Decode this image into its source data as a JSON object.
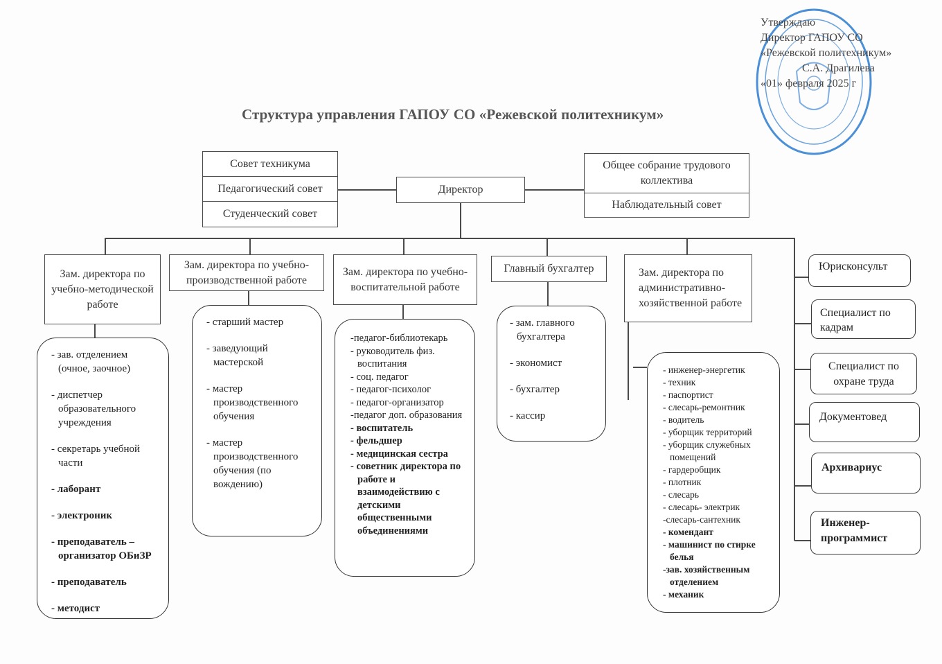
{
  "approval": {
    "lines": [
      "Утверждаю",
      "Директор ГАПОУ СО",
      "«Режевской политехникум»",
      "С.А. Драгилева",
      "«01» февраля 2025 г"
    ],
    "stamp_color": "#1f6fc4"
  },
  "title": "Структура управления ГАПОУ СО «Режевской политехникум»",
  "councils_left": [
    "Совет техникума",
    "Педагогический совет",
    "Студенческий совет"
  ],
  "director": "Директор",
  "councils_right": [
    "Общее собрание трудового коллектива",
    "Наблюдательный совет"
  ],
  "deputies": [
    {
      "title": "Зам. директора по учебно-методической работе",
      "staff": [
        "- зав. отделением (очное, заочное)",
        "- диспетчер образовательного учреждения",
        "- секретарь учебной части",
        "- лаборант",
        "- электроник",
        "- преподаватель – организатор ОБиЗР",
        "- преподаватель",
        "- методист"
      ]
    },
    {
      "title": "Зам. директора по учебно-производственной работе",
      "staff": [
        "- старший мастер",
        "- заведующий мастерской",
        "- мастер производственного обучения",
        "- мастер производственного обучения (по вождению)"
      ]
    },
    {
      "title": "Зам. директора по учебно-воспитательной работе",
      "staff": [
        "-педагог-библиотекарь",
        "- руководитель физ. воспитания",
        "- соц. педагог",
        "- педагог-психолог",
        "- педагог-организатор",
        "-педагог доп. образования",
        "- воспитатель",
        "- фельдшер",
        "- медицинская сестра",
        "- советник директора по работе и взаимодействию с детскими общественными объединениями"
      ]
    },
    {
      "title": "Главный бухгалтер",
      "staff": [
        "- зам. главного бухгалтера",
        "- экономист",
        "- бухгалтер",
        "- кассир"
      ]
    },
    {
      "title": "Зам. директора по административно-хозяйственной работе",
      "staff": [
        "- инженер-энергетик",
        "- техник",
        "- паспортист",
        "- слесарь-ремонтник",
        "- водитель",
        "- уборщик территорий",
        "- уборщик служебных помещений",
        "- гардеробщик",
        "- плотник",
        "- слесарь",
        "- слесарь- электрик",
        "-слесарь-сантехник",
        "- комендант",
        "- машинист по стирке белья",
        "-зав. хозяйственным отделением",
        "- механик"
      ]
    }
  ],
  "specialists": [
    "Юрисконсульт",
    "Специалист по кадрам",
    "Специалист по охране труда",
    "Документовед",
    "Архивариус",
    "Инженер-программист"
  ]
}
